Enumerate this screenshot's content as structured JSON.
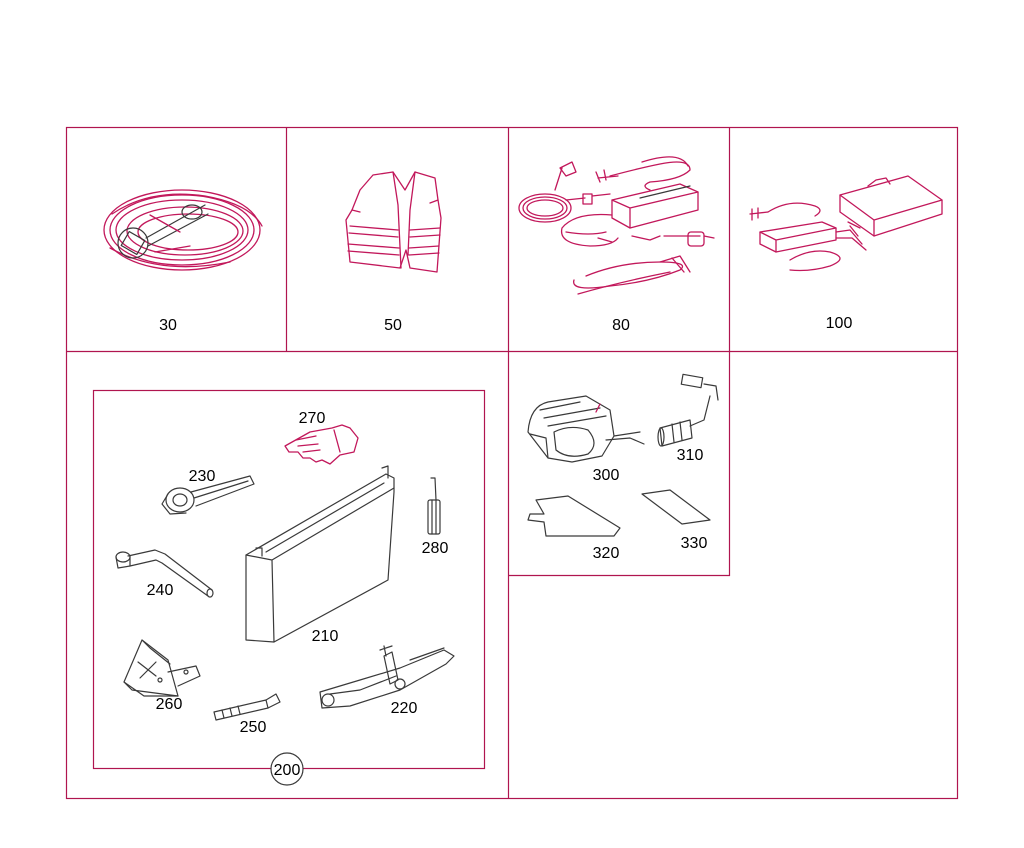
{
  "parts": {
    "p30": "30",
    "p50": "50",
    "p80": "80",
    "p100": "100",
    "p200": "200",
    "p210": "210",
    "p220": "220",
    "p230": "230",
    "p240": "240",
    "p250": "250",
    "p260": "260",
    "p270": "270",
    "p280": "280",
    "p300": "300",
    "p310": "310",
    "p320": "320",
    "p330": "330"
  },
  "colors": {
    "grid_line": "#b0154f",
    "illustration_stroke": "#c2185b",
    "illustration_dark": "#3a3a3a",
    "label_text": "#000000"
  }
}
